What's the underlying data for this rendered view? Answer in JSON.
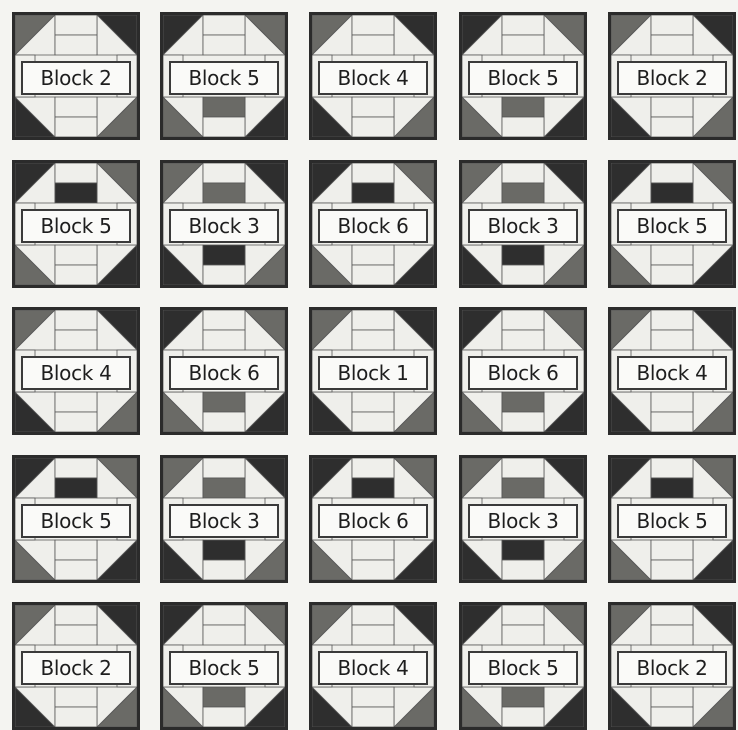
{
  "blocks": [
    [
      "Block 2",
      "Block 5",
      "Block 4",
      "Block 5",
      "Block 2"
    ],
    [
      "Block 5",
      "Block 3",
      "Block 6",
      "Block 3",
      "Block 5"
    ],
    [
      "Block 4",
      "Block 6",
      "Block 1",
      "Block 6",
      "Block 4"
    ],
    [
      "Block 5",
      "Block 3",
      "Block 6",
      "Block 3",
      "Block 5"
    ],
    [
      "Block 2",
      "Block 5",
      "Block 4",
      "Block 5",
      "Block 2"
    ]
  ],
  "colors": {
    "dark": "#2e2e2e",
    "mid": "#6a6a66",
    "light": "#efefeb",
    "paper": "#f4f4f1"
  }
}
